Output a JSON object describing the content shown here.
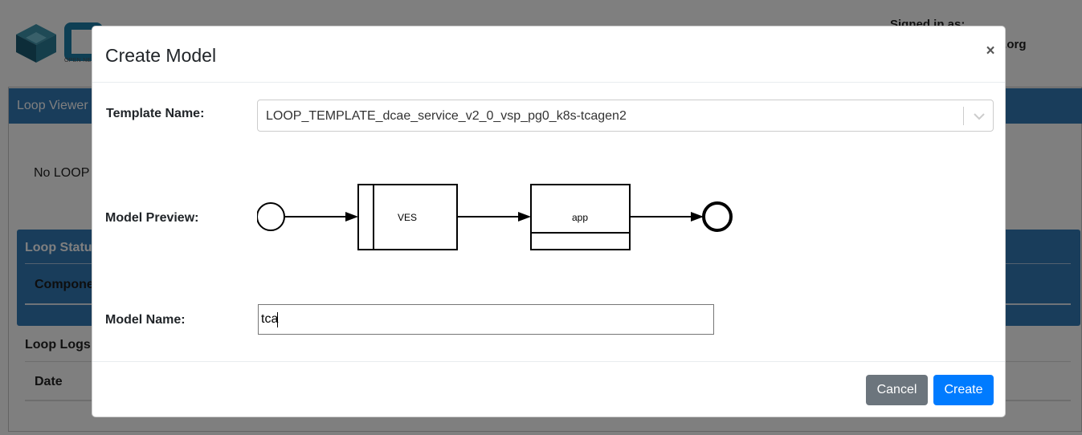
{
  "header": {
    "logo_caption": "OPEN NE",
    "signed_in_label": "Signed in as:",
    "signed_in_user": "p.org"
  },
  "background": {
    "loop_viewer_title": "Loop Viewer",
    "no_loop_text": "No LOOP",
    "loop_status_title": "Loop Statu",
    "status_column": "Compone",
    "loop_logs_title": "Loop Logs",
    "logs_column": "Date"
  },
  "modal": {
    "title": "Create Model",
    "close_label": "×",
    "template_label": "Template Name:",
    "template_value": "LOOP_TEMPLATE_dcae_service_v2_0_vsp_pg0_k8s-tcagen2",
    "preview_label": "Model Preview:",
    "preview": {
      "node_ves": "VES",
      "node_app": "app"
    },
    "name_label": "Model Name:",
    "name_value": "tca",
    "cancel_label": "Cancel",
    "create_label": "Create"
  },
  "colors": {
    "primary": "#007bff",
    "secondary": "#6c757d",
    "panel_blue": "#337ab7"
  },
  "icons": {
    "close": "close-icon",
    "dropdown": "chevron-down-icon"
  }
}
